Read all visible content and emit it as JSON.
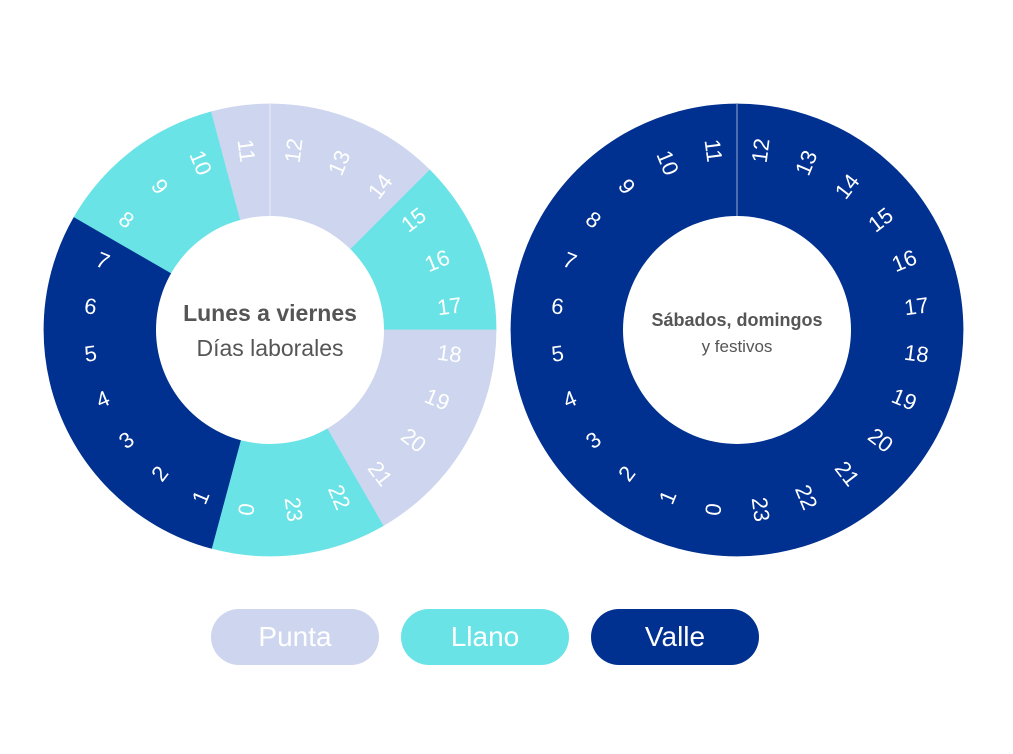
{
  "colors": {
    "punta": "#CDD6EE",
    "llano": "#6AE3E7",
    "valle": "#003090"
  },
  "charts": [
    {
      "title": "Lunes a viernes",
      "subtitle": "Días laborales",
      "hours": {
        "0": "llano",
        "1": "valle",
        "2": "valle",
        "3": "valle",
        "4": "valle",
        "5": "valle",
        "6": "valle",
        "7": "valle",
        "8": "llano",
        "9": "llano",
        "10": "llano",
        "11": "punta",
        "12": "punta",
        "13": "punta",
        "14": "punta",
        "15": "llano",
        "16": "llano",
        "17": "llano",
        "18": "punta",
        "19": "punta",
        "20": "punta",
        "21": "punta",
        "22": "llano",
        "23": "llano"
      }
    },
    {
      "title": "Sábados, domingos",
      "subtitle": "y festivos",
      "hours": {
        "0": "valle",
        "1": "valle",
        "2": "valle",
        "3": "valle",
        "4": "valle",
        "5": "valle",
        "6": "valle",
        "7": "valle",
        "8": "valle",
        "9": "valle",
        "10": "valle",
        "11": "valle",
        "12": "valle",
        "13": "valle",
        "14": "valle",
        "15": "valle",
        "16": "valle",
        "17": "valle",
        "18": "valle",
        "19": "valle",
        "20": "valle",
        "21": "valle",
        "22": "valle",
        "23": "valle"
      }
    }
  ],
  "legend": [
    {
      "key": "punta",
      "label": "Punta"
    },
    {
      "key": "llano",
      "label": "Llano"
    },
    {
      "key": "valle",
      "label": "Valle"
    }
  ]
}
